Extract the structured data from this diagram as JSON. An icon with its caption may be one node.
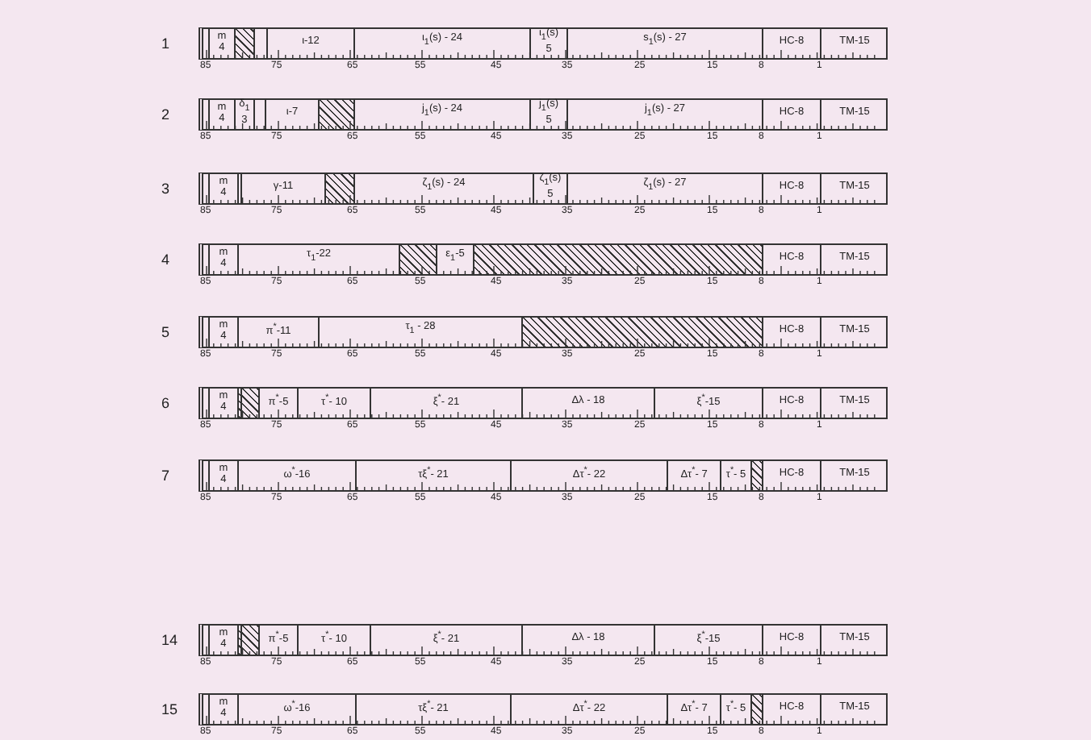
{
  "diagram": {
    "nodes": [
      {
        "text": [
          "m 4"
        ]
      },
      {
        "text": [],
        "shape": "hatched"
      },
      {
        "text": [],
        "shape": "box"
      },
      {
        "text": [
          "ι-12"
        ]
      },
      {
        "text": [
          "ι$_{1}$(s) - 24"
        ]
      },
      {
        "text": [
          "ι$_{1}$(s) 5"
        ]
      },
      {
        "text": [
          "s$_{1}$(s) - 27"
        ]
      },
      {
        "text": [
          "HC-8"
        ]
      },
      {
        "text": [
          "TM-15"
        ]
      },
      {
        "text": [
          "m 4"
        ]
      },
      {
        "text": [
          "δ$_{1}$ 3"
        ]
      },
      {
        "text": [],
        "shape": "box"
      },
      {
        "text": [
          "ι-7"
        ]
      },
      {
        "text": [],
        "shape": "hatched"
      },
      {
        "text": [
          "j$_{1}$(s) - 24"
        ]
      },
      {
        "text": [
          "j$_{1}$(s) 5"
        ]
      },
      {
        "text": [
          "j$_{1}$(s) - 27"
        ]
      },
      {
        "text": [
          "HC-8"
        ]
      },
      {
        "text": [
          "TM-15"
        ]
      },
      {
        "text": [
          "m 4"
        ]
      },
      {
        "text": [
          "γ-11"
        ]
      },
      {
        "text": [],
        "shape": "hatched"
      },
      {
        "text": [
          "ζ$_{1}$(s) - 24"
        ]
      },
      {
        "text": [
          "ζ$_{1}$(s) 5"
        ]
      },
      {
        "text": [
          "ζ$_{1}$(s) - 27"
        ]
      },
      {
        "text": [
          "HC-8"
        ]
      },
      {
        "text": [
          "TM-15"
        ]
      },
      {
        "text": [
          "m 4"
        ]
      },
      {
        "text": [
          "τ$_{1}$-22"
        ]
      },
      {
        "text": [],
        "shape": "hatched"
      },
      {
        "text": [
          "ε$_{1}$-5"
        ]
      },
      {
        "text": [],
        "shape": "hatched"
      },
      {
        "text": [
          "HC-8"
        ]
      },
      {
        "text": [
          "TM-15"
        ]
      },
      {
        "text": [
          "m 4"
        ]
      },
      {
        "text": [
          "π$^{*}$-11"
        ]
      },
      {
        "text": [
          "τ$_{1}$ - 28"
        ]
      },
      {
        "text": [],
        "shape": "hatched"
      },
      {
        "text": [
          "HC-8"
        ]
      },
      {
        "text": [
          "TM-15"
        ]
      },
      {
        "text": [
          "m 4"
        ]
      },
      {
        "text": [],
        "shape": "hatched"
      },
      {
        "text": [
          "π$^{*}$-5"
        ]
      },
      {
        "text": [
          "τ$^{*}$- 10"
        ]
      },
      {
        "text": [
          "ξ$^{*}$- 21"
        ]
      },
      {
        "text": [
          "Δλ - 18"
        ]
      },
      {
        "text": [
          "ξ$^{*}$-15"
        ]
      },
      {
        "text": [
          "HC-8"
        ]
      },
      {
        "text": [
          "TM-15"
        ]
      },
      {
        "text": [
          "m 4"
        ]
      },
      {
        "text": [
          "ω$^{*}$-16"
        ]
      },
      {
        "text": [
          "τξ$^{*}$- 21"
        ]
      },
      {
        "text": [
          "Δτ$^{*}$- 22"
        ]
      },
      {
        "text": [
          "Δτ$^{*}$- 7"
        ]
      },
      {
        "text": [
          "τ$^{*}$- 5"
        ]
      },
      {
        "text": [],
        "shape": "hatched"
      },
      {
        "text": [
          "HC-8"
        ]
      },
      {
        "text": [
          "TM-15"
        ]
      },
      {
        "text": [
          "m 4"
        ]
      },
      {
        "text": [],
        "shape": "hatched"
      },
      {
        "text": [
          "π$^{*}$-5"
        ]
      },
      {
        "text": [
          "τ$^{*}$- 10"
        ]
      },
      {
        "text": [
          "ξ$^{*}$- 21"
        ]
      },
      {
        "text": [
          "Δλ - 18"
        ]
      },
      {
        "text": [
          "ξ$^{*}$-15"
        ]
      },
      {
        "text": [
          "HC-8"
        ]
      },
      {
        "text": [
          "TM-15"
        ]
      },
      {
        "text": [
          "m 4"
        ]
      },
      {
        "text": [
          "ω$^{*}$-16"
        ]
      },
      {
        "text": [
          "τξ$^{*}$- 21"
        ]
      },
      {
        "text": [
          "Δτ$^{*}$- 22"
        ]
      },
      {
        "text": [
          "Δτ$^{*}$- 7"
        ]
      },
      {
        "text": [
          "τ$^{*}$- 5"
        ]
      },
      {
        "text": [],
        "shape": "hatched"
      },
      {
        "text": [
          "HC-8"
        ]
      },
      {
        "text": [
          "TM-15"
        ]
      }
    ],
    "labels": [
      "1",
      "85",
      "75",
      "65",
      "55",
      "45",
      "35",
      "25",
      "15",
      "8",
      "1",
      "2",
      "85",
      "75",
      "65",
      "55",
      "45",
      "35",
      "25",
      "15",
      "8",
      "1",
      "3",
      "85",
      "75",
      "65",
      "55",
      "45",
      "35",
      "25",
      "15",
      "8",
      "1",
      "4",
      "85",
      "75",
      "65",
      "55",
      "45",
      "35",
      "25",
      "15",
      "8",
      "1",
      "5",
      "85",
      "75",
      "65",
      "55",
      "45",
      "35",
      "25",
      "15",
      "8",
      "1",
      "6",
      "85",
      "75",
      "65",
      "55",
      "45",
      "35",
      "25",
      "15",
      "8",
      "1",
      "7",
      "85",
      "75",
      "65",
      "55",
      "45",
      "35",
      "25",
      "15",
      "8",
      "1",
      "14",
      "85",
      "75",
      "65",
      "55",
      "45",
      "35",
      "25",
      "15",
      "8",
      "1",
      "15",
      "85",
      "75",
      "65",
      "55",
      "45",
      "35",
      "25",
      "15",
      "8",
      "1"
    ]
  }
}
